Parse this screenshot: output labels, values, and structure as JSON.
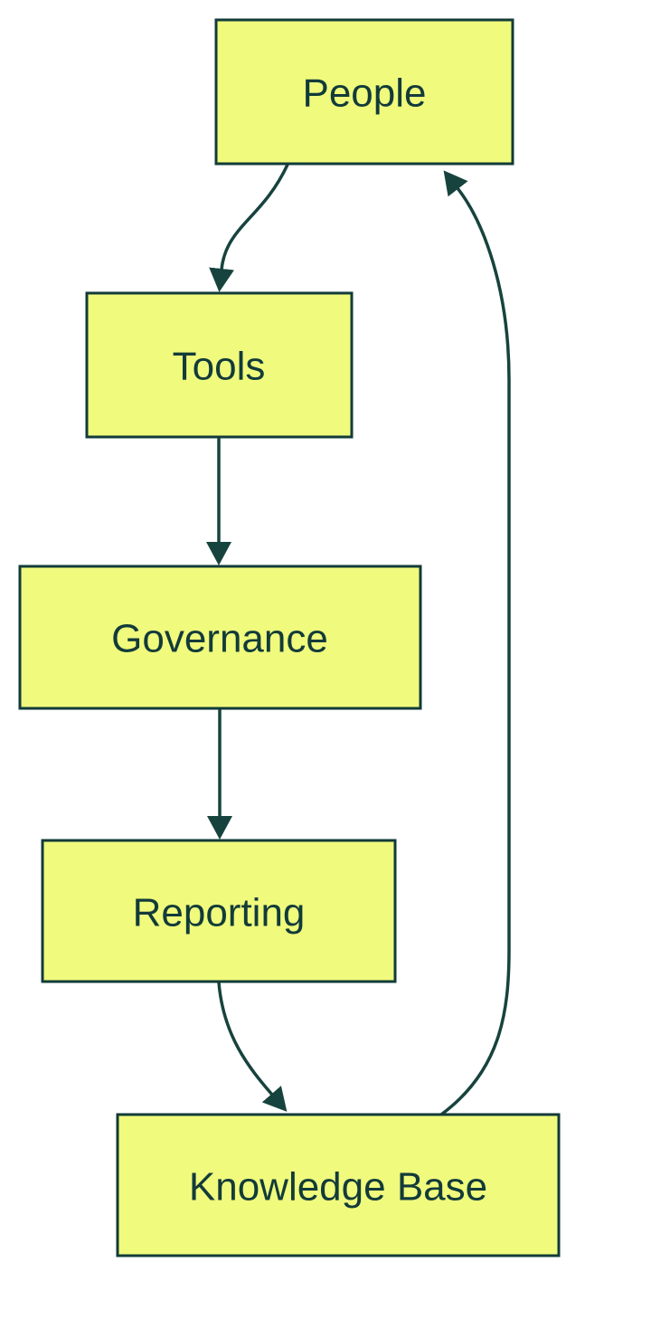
{
  "diagram": {
    "type": "flowchart",
    "direction": "top-down",
    "nodes": [
      {
        "id": "people",
        "label": "People"
      },
      {
        "id": "tools",
        "label": "Tools"
      },
      {
        "id": "governance",
        "label": "Governance"
      },
      {
        "id": "reporting",
        "label": "Reporting"
      },
      {
        "id": "knowledge_base",
        "label": "Knowledge Base"
      }
    ],
    "edges": [
      {
        "from": "People",
        "to": "Tools"
      },
      {
        "from": "Tools",
        "to": "Governance"
      },
      {
        "from": "Governance",
        "to": "Reporting"
      },
      {
        "from": "Reporting",
        "to": "Knowledge Base"
      },
      {
        "from": "Knowledge Base",
        "to": "People"
      }
    ]
  },
  "colors": {
    "node-fill": "#F0FA7D",
    "node-border": "#123B39",
    "text": "#123B39",
    "edge": "#17433E",
    "background": "#FFFFFF"
  }
}
